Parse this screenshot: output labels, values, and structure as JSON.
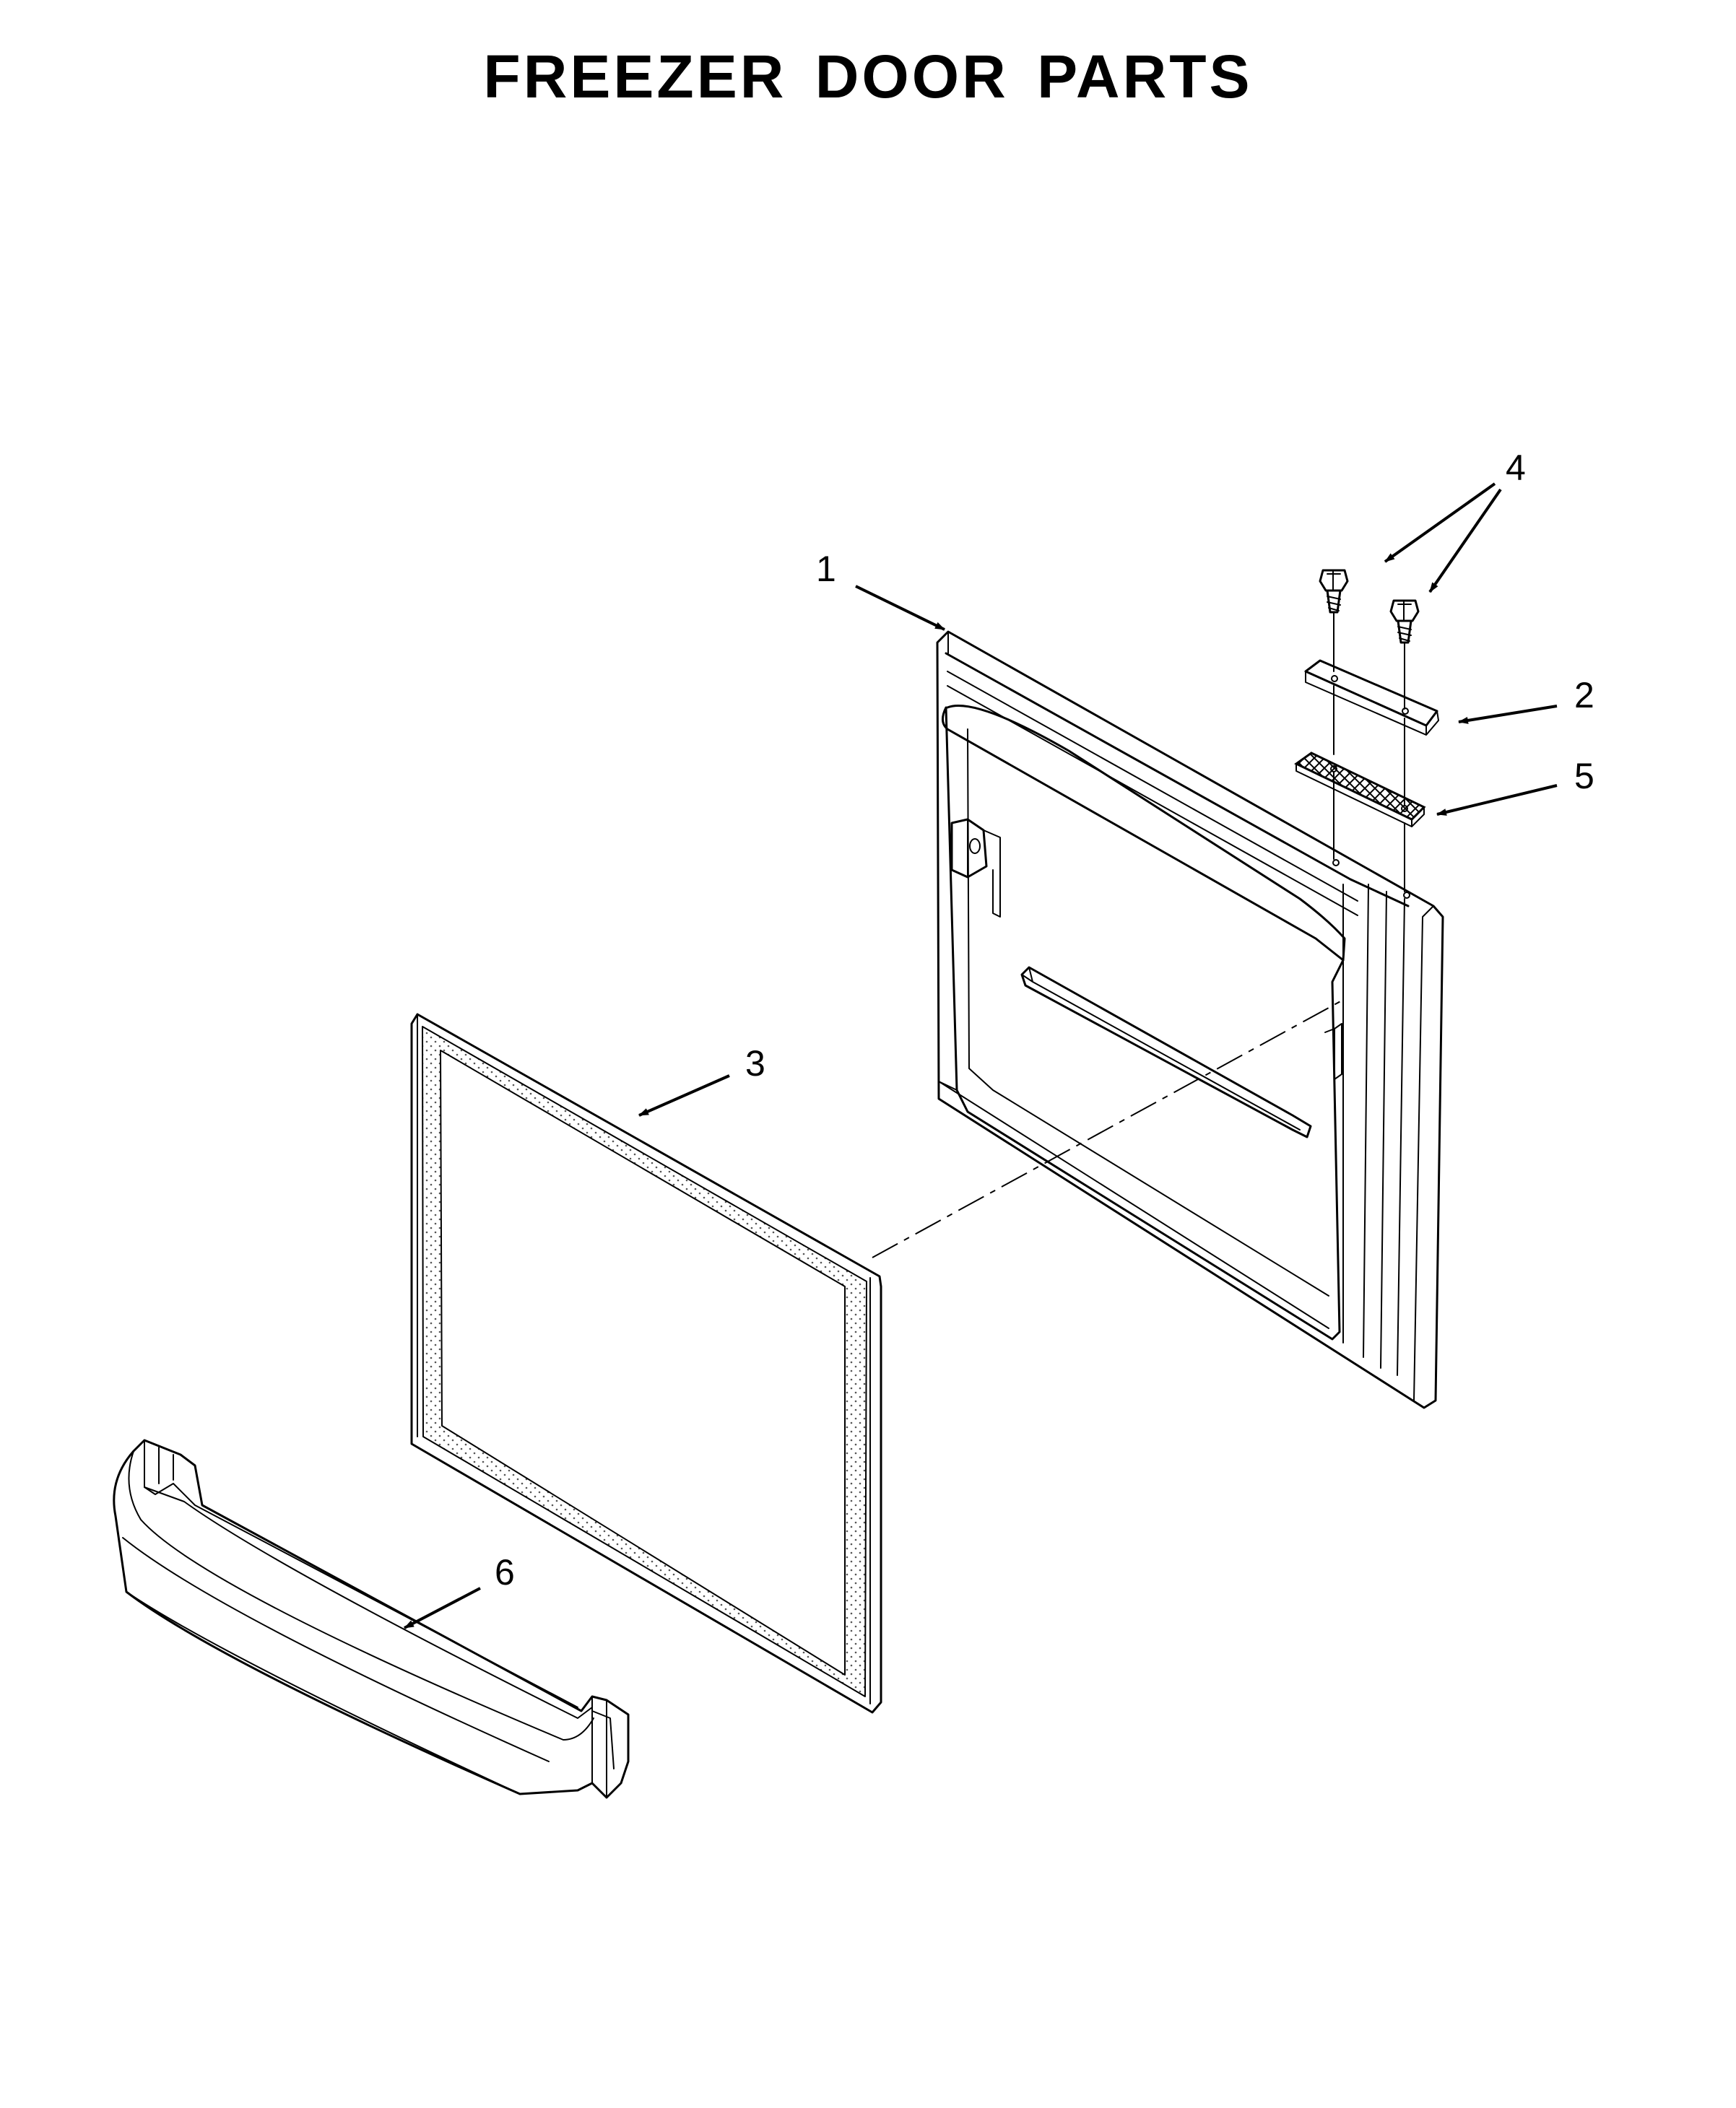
{
  "title": "FREEZER DOOR PARTS",
  "callouts": [
    {
      "id": "1",
      "part": "freezer-door"
    },
    {
      "id": "2",
      "part": "hinge-plate"
    },
    {
      "id": "3",
      "part": "door-gasket"
    },
    {
      "id": "4",
      "part": "hinge-screws"
    },
    {
      "id": "5",
      "part": "hinge-shim"
    },
    {
      "id": "6",
      "part": "door-shelf-bin"
    }
  ],
  "colors": {
    "line": "#000000",
    "background": "#ffffff",
    "dots": "#555555"
  }
}
